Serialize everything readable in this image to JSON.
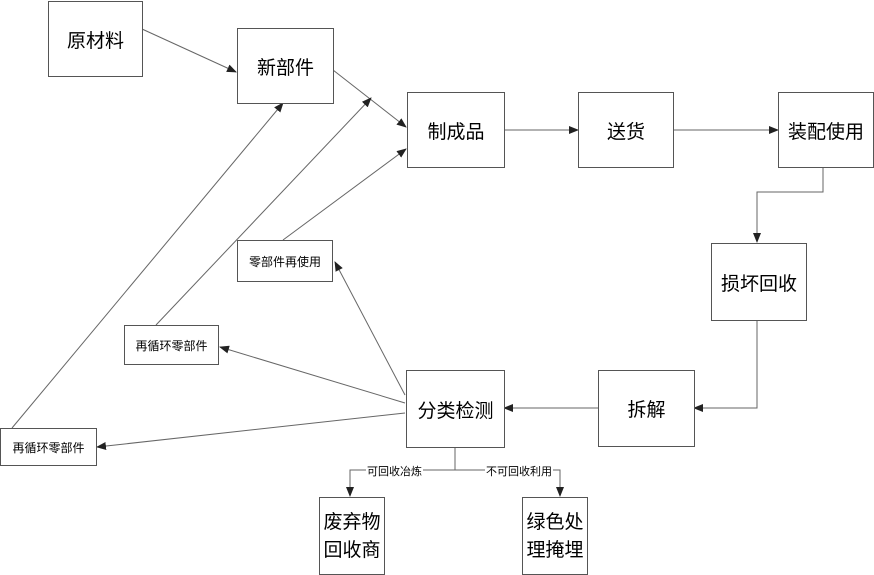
{
  "nodes": {
    "raw_material": "原材料",
    "new_parts": "新部件",
    "finished_product": "制成品",
    "delivery": "送货",
    "assembly_use": "装配使用",
    "damage_recovery": "损坏回收",
    "disassembly": "拆解",
    "sort_inspect": "分类检测",
    "parts_reuse": "零部件再使用",
    "recycled_parts_a": "再循环零部件",
    "recycled_parts_b": "再循环零部件",
    "waste_line1": "废弃物",
    "waste_line2": "回收商",
    "green_line1": "绿色处",
    "green_line2": "理掩埋"
  },
  "edge_labels": {
    "recyclable_smelting": "可回收冶炼",
    "non_recyclable": "不可回收利用"
  }
}
